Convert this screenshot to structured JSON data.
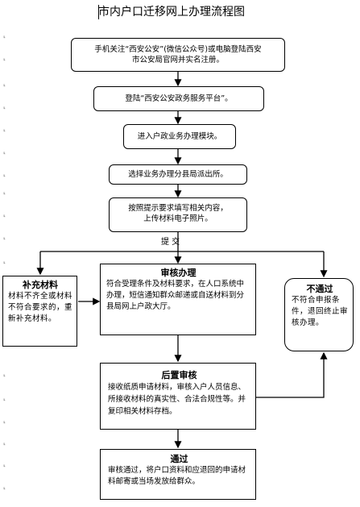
{
  "title": "市内户口迁移网上办理流程图",
  "steps": {
    "s1_a": "手机关注“西安公安”(微信公众号)或电脑登陆西安",
    "s1_b": "市公安局官网并实名注册。",
    "s2": "登陆“西安公安政务服务平台”。",
    "s3": "进入户政业务办理模块。",
    "s4": "选择业务办理分县局派出所。",
    "s5_a": "按照提示要求填写相关内容，",
    "s5_b": "上传材料电子照片。",
    "submit": "提  交"
  },
  "review": {
    "title": "审核办理",
    "body": "符合受理条件及材料要求，在人口系统中办理，短信通知群众邮递或自送材料到分县局网上户政大厅。"
  },
  "supplement": {
    "title": "补充材料",
    "body": "材料不齐全或材料不符合要求的，重新补充材料。"
  },
  "fail": {
    "title": "不通过",
    "body": "不符合申报条件，退回终止审核办理。"
  },
  "post_review": {
    "title": "后置审核",
    "body": "接收纸质申请材料，审核入户人员信息、所接收材料的真实性、合法合规性等。并复印相关材料存档。"
  },
  "pass": {
    "title": "通过",
    "body": "审核通过，将户口资料和应退回的申请材料邮寄或当场发放给群众。"
  }
}
